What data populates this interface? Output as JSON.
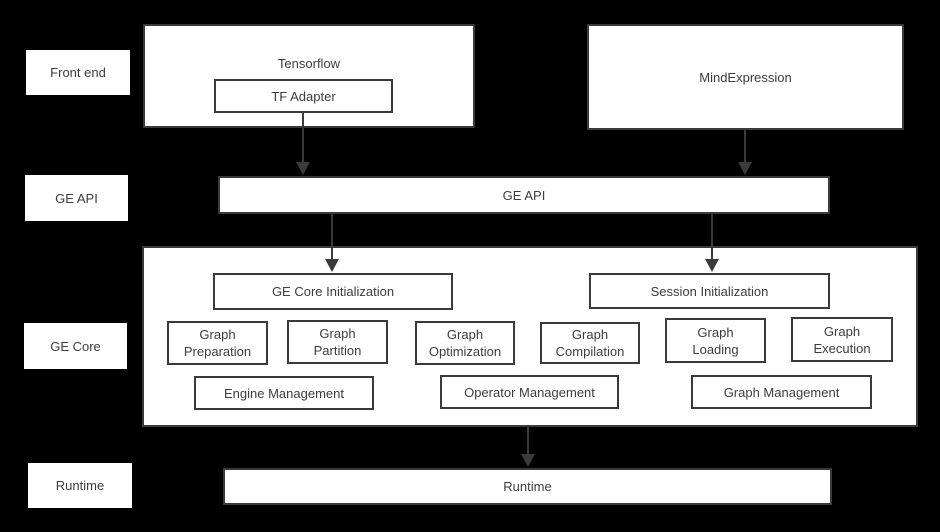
{
  "colors": {
    "background": "#000000",
    "box_fill": "#ffffff",
    "border": "#3a3a3a",
    "text": "#3d3d3d",
    "arrow": "#3a3a3a"
  },
  "row_labels": {
    "front_end": "Front end",
    "ge_api": "GE API",
    "ge_core": "GE Core",
    "runtime": "Runtime"
  },
  "frontend": {
    "tensorflow": "Tensorflow",
    "tf_adapter": "TF Adapter",
    "mindexpression": "MindExpression"
  },
  "api_bar": {
    "label": "GE API"
  },
  "core": {
    "ge_core_initialization": "GE Core Initialization",
    "session_initialization": "Session Initialization",
    "stages": [
      {
        "line1": "Graph",
        "line2": "Preparation"
      },
      {
        "line1": "Graph",
        "line2": "Partition"
      },
      {
        "line1": "Graph",
        "line2": "Optimization"
      },
      {
        "line1": "Graph",
        "line2": "Compilation"
      },
      {
        "line1": "Graph",
        "line2": "Loading"
      },
      {
        "line1": "Graph",
        "line2": "Execution"
      }
    ],
    "management": [
      "Engine Management",
      "Operator Management",
      "Graph Management"
    ]
  },
  "runtime_bar": {
    "label": "Runtime"
  }
}
